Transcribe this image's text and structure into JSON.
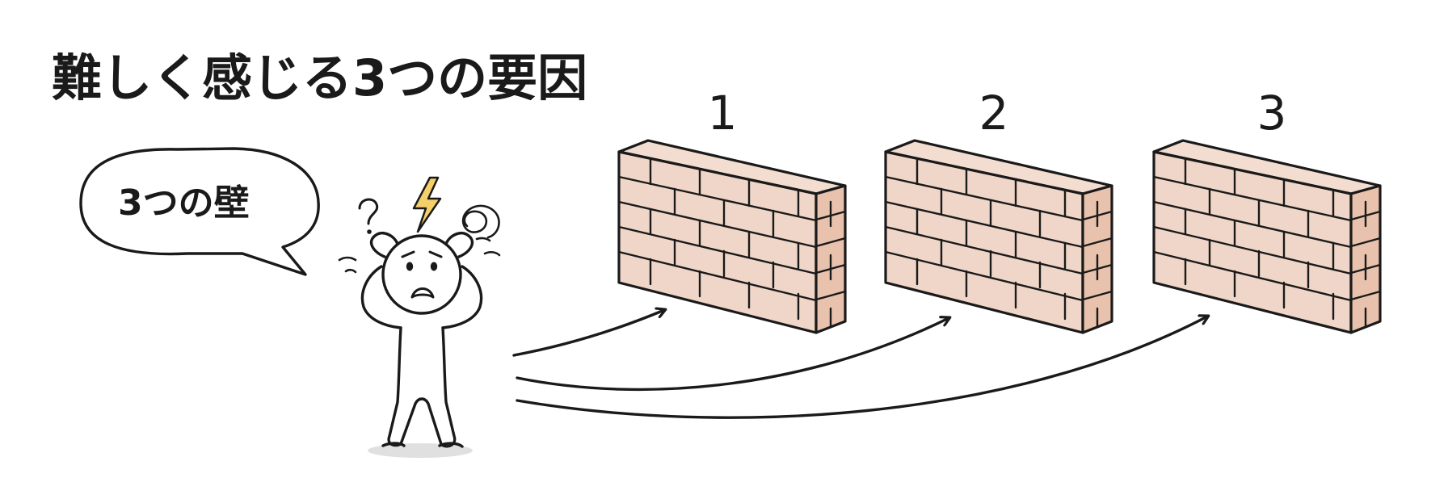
{
  "title": "難しく感じる3つの要因",
  "speech_bubble": {
    "text": "3つの壁"
  },
  "walls": [
    {
      "number": "1"
    },
    {
      "number": "2"
    },
    {
      "number": "3"
    }
  ],
  "colors": {
    "ink": "#1a1a1a",
    "brick": "#f0d6c8",
    "brick_shade": "#e9c2ad",
    "lightning": "#f4cf6a",
    "shadow": "#d8d8d8"
  },
  "icons": {
    "character": "confused-stick-figure-icon",
    "question": "question-mark-icon",
    "lightning": "lightning-bolt-icon",
    "swirl": "dizzy-swirl-icon",
    "arrow": "curved-arrow-icon",
    "wall": "brick-wall-icon"
  }
}
